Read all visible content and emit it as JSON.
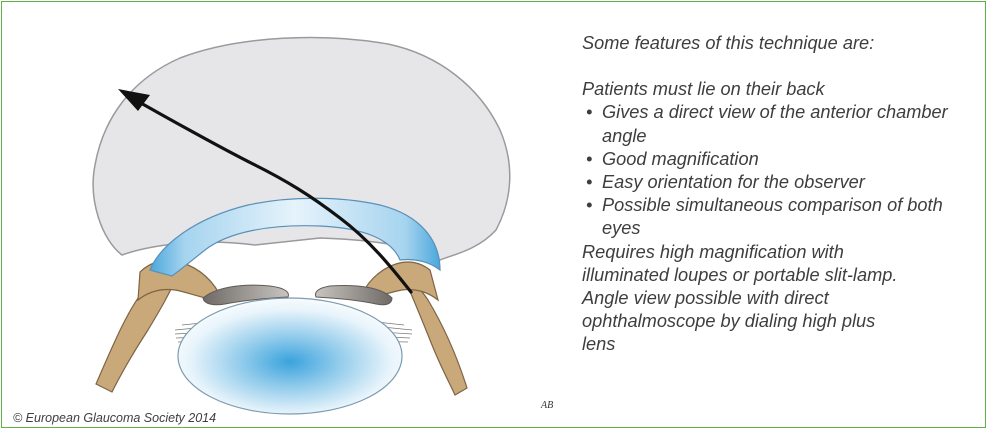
{
  "colors": {
    "frame": "#5fb246",
    "lens_shell": "#e4e4e6",
    "cornea": "#a9d6ee",
    "sclera": "#c8a77a",
    "iris": "#8f8a86",
    "crystalline_lens": "#6ab7e0",
    "arrow": "#111111",
    "text": "#3e3e3e"
  },
  "features": {
    "intro": "Some features of this technique are:",
    "lines_before": [
      "Patients must lie on their back"
    ],
    "bullets": [
      "Gives a direct view of the anterior chamber angle",
      "Good magnification",
      "Easy orientation for the observer",
      "Possible simultaneous comparison of both eyes"
    ],
    "lines_after": [
      "Requires high magnification with",
      "illuminated loupes or portable slit-lamp.",
      "Angle view possible with direct",
      "ophthalmoscope by dialing high plus",
      "lens"
    ]
  },
  "copyright": "© European Glaucoma Society 2014",
  "signature": "AB"
}
